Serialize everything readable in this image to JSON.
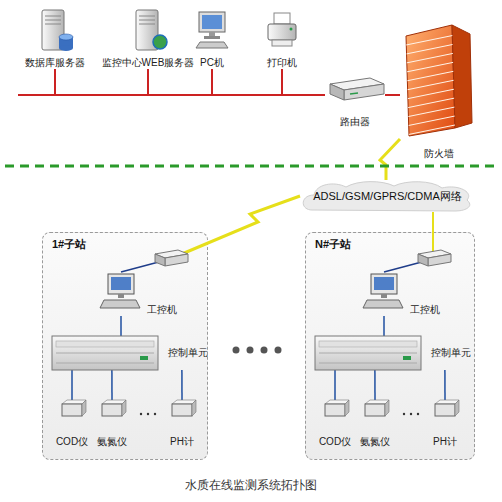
{
  "diagram": {
    "caption": "水质在线监测系统拓扑图",
    "nodes": [
      {
        "text": [
          "数据库服务器"
        ]
      },
      {
        "text": [
          "监控中心WEB服务器"
        ]
      },
      {
        "text": [
          "PC机"
        ]
      },
      {
        "text": [
          "打印机"
        ]
      },
      {
        "text": [
          "路由器"
        ]
      },
      {
        "text": [
          "防火墙"
        ]
      },
      {
        "text": [
          "ADSL/GSM/GPRS/CDMA网络"
        ]
      },
      {
        "text": [
          "1#子站"
        ]
      },
      {
        "text": [
          "工控机"
        ],
        "in": 7
      },
      {
        "text": [
          "控制单元"
        ],
        "in": 7
      },
      {
        "text": [
          "COD仪"
        ],
        "in": 7
      },
      {
        "text": [
          "氨氮仪"
        ],
        "in": 7
      },
      {
        "text": [
          "PH计"
        ],
        "in": 7
      },
      {
        "text": [
          "N#子站"
        ]
      },
      {
        "text": [
          "工控机"
        ],
        "in": 13
      },
      {
        "text": [
          "控制单元"
        ],
        "in": 13
      },
      {
        "text": [
          "COD仪"
        ],
        "in": 13
      },
      {
        "text": [
          "氨氮仪"
        ],
        "in": 13
      },
      {
        "text": [
          "PH计"
        ],
        "in": 13
      }
    ],
    "edges": [
      {
        "from": 0,
        "to": 4,
        "arrow": "none"
      },
      {
        "from": 1,
        "to": 4,
        "arrow": "none"
      },
      {
        "from": 2,
        "to": 4,
        "arrow": "none"
      },
      {
        "from": 3,
        "to": 4,
        "arrow": "none"
      },
      {
        "from": 4,
        "to": 5,
        "arrow": "none"
      },
      {
        "from": 5,
        "to": 6,
        "arrow": "none"
      },
      {
        "from": 6,
        "to": 8,
        "arrow": "none"
      },
      {
        "from": 6,
        "to": 14,
        "arrow": "none"
      },
      {
        "from": 8,
        "to": 9,
        "arrow": "none"
      },
      {
        "from": 9,
        "to": 10,
        "arrow": "none"
      },
      {
        "from": 9,
        "to": 11,
        "arrow": "none"
      },
      {
        "from": 9,
        "to": 12,
        "arrow": "none"
      },
      {
        "from": 14,
        "to": 15,
        "arrow": "none"
      },
      {
        "from": 15,
        "to": 16,
        "arrow": "none"
      },
      {
        "from": 15,
        "to": 17,
        "arrow": "none"
      },
      {
        "from": 15,
        "to": 18,
        "arrow": "none"
      }
    ]
  }
}
